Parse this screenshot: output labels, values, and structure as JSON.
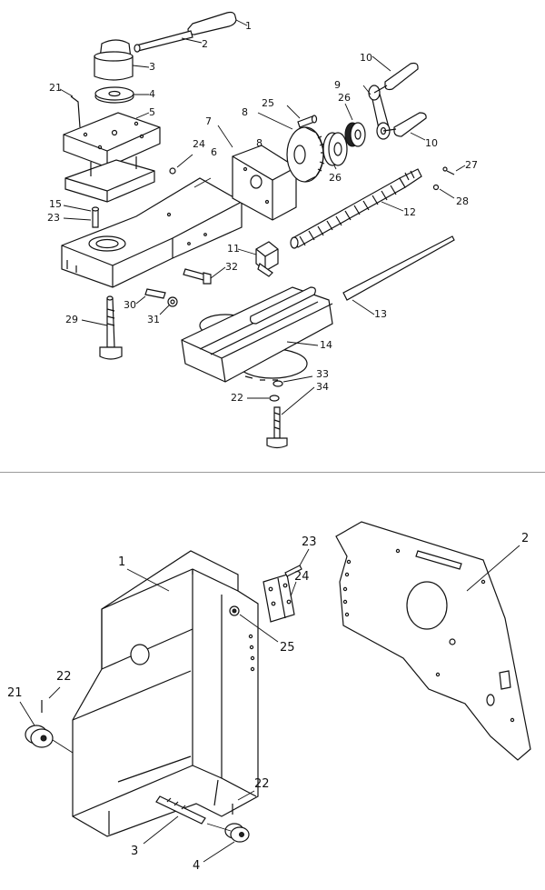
{
  "diagram_top": {
    "labels": {
      "p1": "1",
      "p2": "2",
      "p3": "3",
      "p4": "4",
      "p5": "5",
      "p6": "6",
      "p7": "7",
      "p8": "8",
      "p9": "9",
      "p10a": "10",
      "p10b": "10",
      "p11": "11",
      "p12": "12",
      "p13": "13",
      "p14": "14",
      "p15": "15",
      "p21": "21",
      "p22": "22",
      "p23": "23",
      "p24": "24",
      "p25": "25",
      "p26a": "26",
      "p26b": "26",
      "p27": "27",
      "p28": "28",
      "p29": "29",
      "p30": "30",
      "p31": "31",
      "p32": "32",
      "p33": "33",
      "p34": "34",
      "p8b": "8"
    }
  },
  "diagram_bottom": {
    "labels": {
      "b1": "1",
      "b2": "2",
      "b3": "3",
      "b4": "4",
      "b21": "21",
      "b22a": "22",
      "b22b": "22",
      "b23": "23",
      "b24": "24",
      "b25": "25"
    }
  }
}
